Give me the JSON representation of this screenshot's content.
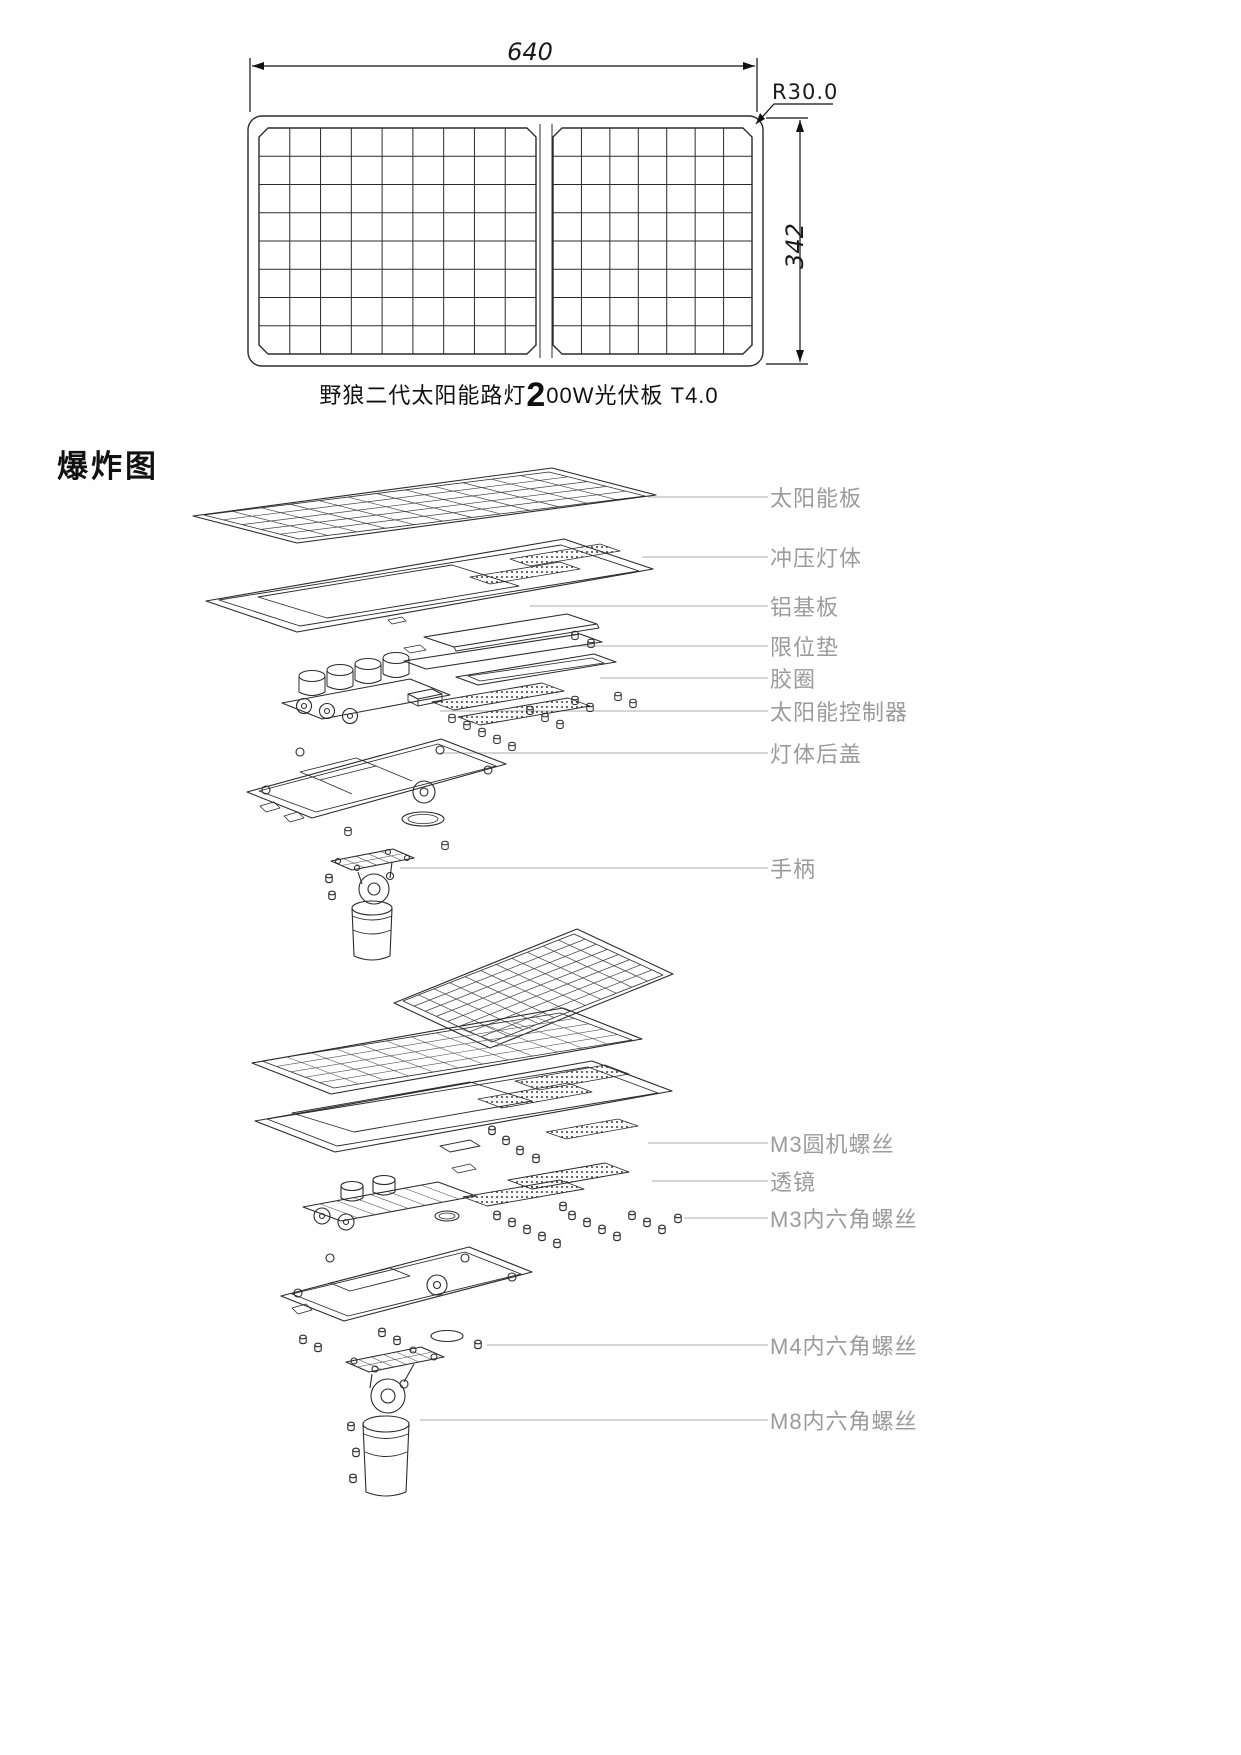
{
  "drawing": {
    "width_dim": "640",
    "height_dim": "342",
    "radius_dim": "R30.0",
    "caption_part1": "野狼二代太阳能路灯",
    "caption_big": "2",
    "caption_part2": "00W光伏板 T4.0"
  },
  "exploded": {
    "title": "爆炸图",
    "labels": [
      {
        "id": "solar-panel",
        "text": "太阳能板"
      },
      {
        "id": "stamped-lamp-body",
        "text": "冲压灯体"
      },
      {
        "id": "aluminum-base-plate",
        "text": "铝基板"
      },
      {
        "id": "limit-pad",
        "text": "限位垫"
      },
      {
        "id": "rubber-ring",
        "text": "胶圈"
      },
      {
        "id": "solar-controller",
        "text": "太阳能控制器"
      },
      {
        "id": "lamp-back-cover",
        "text": "灯体后盖"
      },
      {
        "id": "handle",
        "text": "手柄"
      },
      {
        "id": "m3-round-machine-screw",
        "text": "M3圆机螺丝"
      },
      {
        "id": "lens",
        "text": "透镜"
      },
      {
        "id": "m3-hex-socket-screw",
        "text": "M3内六角螺丝"
      },
      {
        "id": "m4-hex-socket-screw",
        "text": "M4内六角螺丝"
      },
      {
        "id": "m8-hex-socket-screw",
        "text": "M8内六角螺丝"
      }
    ]
  },
  "colors": {
    "line": "#2b2b2b",
    "leader_line": "#bcbcbc",
    "label_text": "#9b9b9b",
    "dim_text": "#1a1a1a"
  }
}
